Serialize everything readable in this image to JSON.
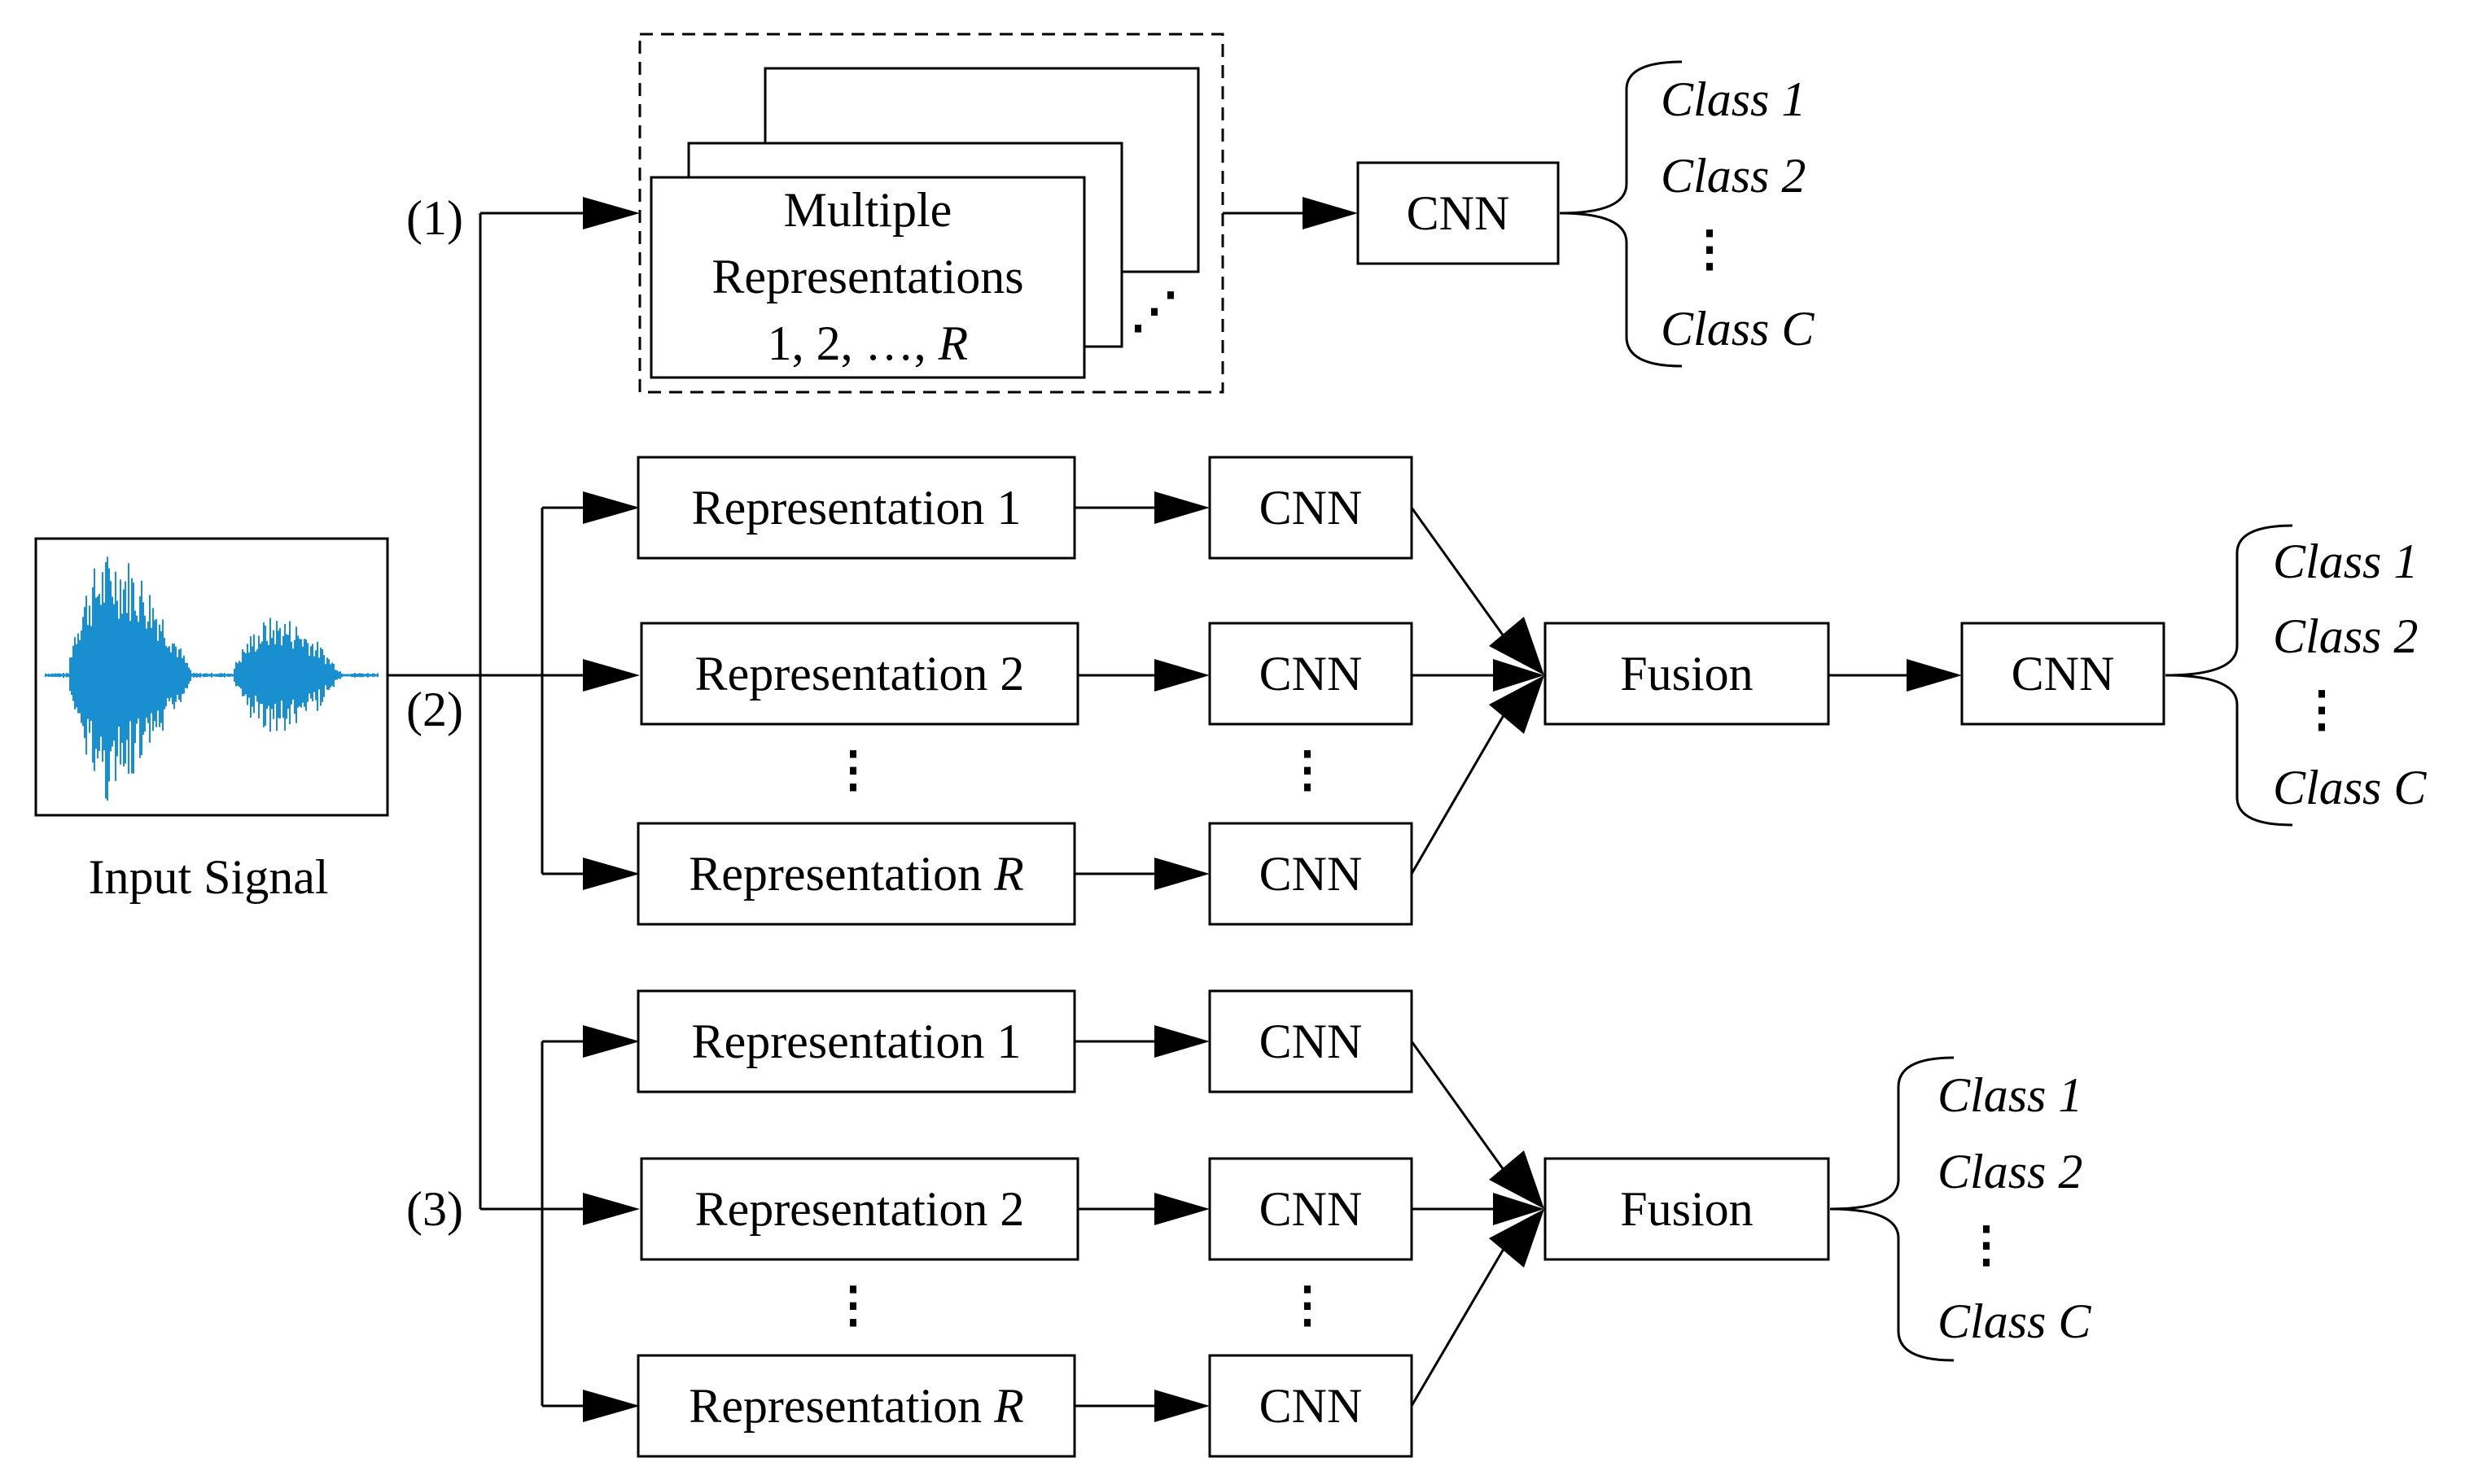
{
  "input": {
    "label": "Input Signal",
    "waveform_color": "#1a8fd0"
  },
  "path_labels": [
    "(1)",
    "(2)",
    "(3)"
  ],
  "path1": {
    "stack_lines": [
      "Multiple",
      "Representations",
      "1, 2, …, "
    ],
    "stack_r": "R",
    "cnn": "CNN",
    "classes": [
      "Class 1",
      "Class 2",
      "Class C"
    ]
  },
  "path2": {
    "reps": [
      "Representation 1",
      "Representation 2",
      "Representation "
    ],
    "rep_r": "R",
    "cnn": "CNN",
    "fusion": "Fusion",
    "final_cnn": "CNN",
    "classes": [
      "Class 1",
      "Class 2",
      "Class C"
    ]
  },
  "path3": {
    "reps": [
      "Representation 1",
      "Representation 2",
      "Representation "
    ],
    "rep_r": "R",
    "cnn": "CNN",
    "fusion": "Fusion",
    "classes": [
      "Class 1",
      "Class 2",
      "Class C"
    ]
  },
  "vdots": "⋮",
  "ddots": "⋰"
}
